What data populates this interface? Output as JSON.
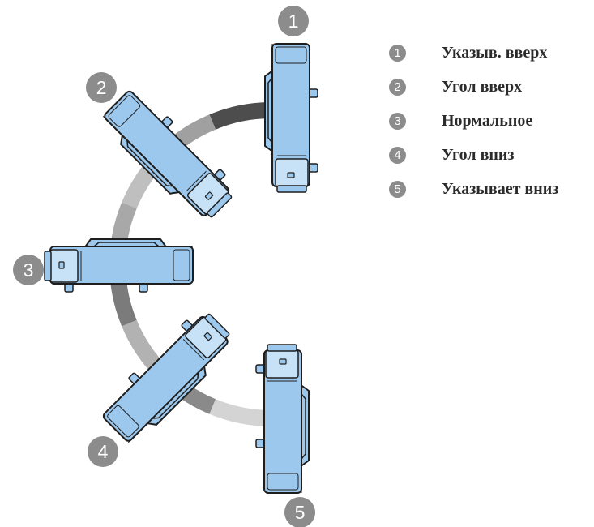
{
  "colors": {
    "body": "#9dc8ee",
    "body_stroke": "#1e1e1e",
    "body_end": "#c7e2f7",
    "badge": "#8c8c8c",
    "arc_segments": [
      "#4d4d4d",
      "#a0a0a0",
      "#bfbfbf",
      "#a8a8a8",
      "#7b7b7b",
      "#b2b2b2",
      "#8a8a8a",
      "#d4d4d4"
    ]
  },
  "positions": [
    {
      "number": "1",
      "label": "Указыв. вверх"
    },
    {
      "number": "2",
      "label": "Угол вверх"
    },
    {
      "number": "3",
      "label": "Нормальное"
    },
    {
      "number": "4",
      "label": "Угол вниз"
    },
    {
      "number": "5",
      "label": "Указывает вниз"
    }
  ]
}
